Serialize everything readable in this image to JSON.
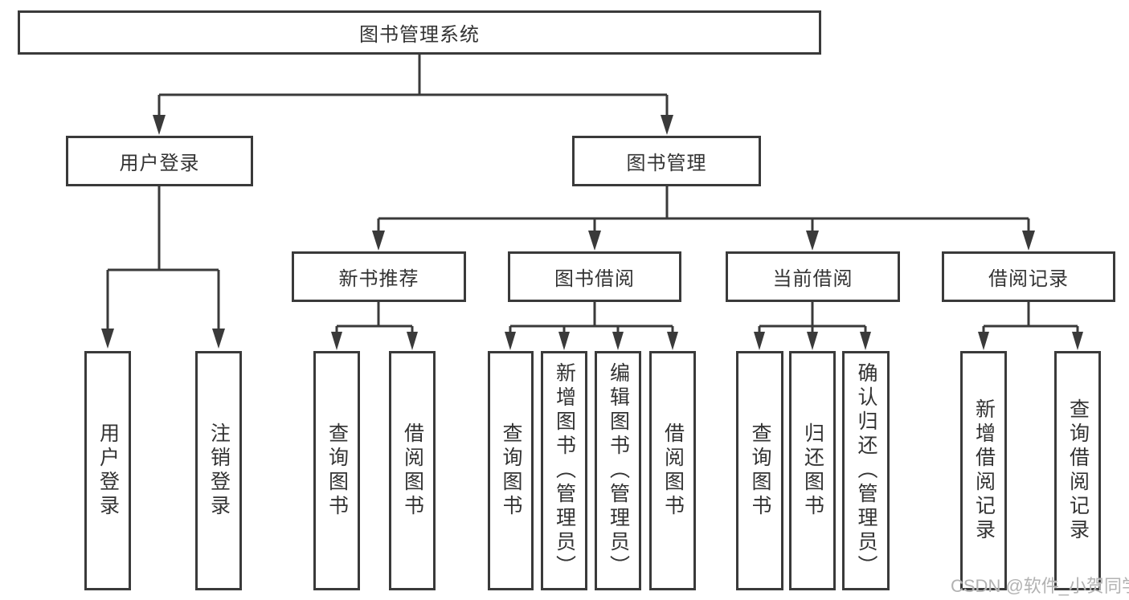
{
  "colors": {
    "line": "#3a3a3a",
    "text": "#333333",
    "background": "#ffffff",
    "watermark": "#b2b2b2"
  },
  "watermark": "CSDN @软件_小贺同学",
  "tree": {
    "label": "图书管理系统",
    "children": [
      {
        "label": "用户登录",
        "children": [
          {
            "label": "用户登录"
          },
          {
            "label": "注销登录"
          }
        ]
      },
      {
        "label": "图书管理",
        "children": [
          {
            "label": "新书推荐",
            "children": [
              {
                "label": "查询图书"
              },
              {
                "label": "借阅图书"
              }
            ]
          },
          {
            "label": "图书借阅",
            "children": [
              {
                "label": "查询图书"
              },
              {
                "label": "新增图书（管理员）"
              },
              {
                "label": "编辑图书（管理员）"
              },
              {
                "label": "借阅图书"
              }
            ]
          },
          {
            "label": "当前借阅",
            "children": [
              {
                "label": "查询图书"
              },
              {
                "label": "归还图书"
              },
              {
                "label": "确认归还（管理员）"
              }
            ]
          },
          {
            "label": "借阅记录",
            "children": [
              {
                "label": "新增借阅记录"
              },
              {
                "label": "查询借阅记录"
              }
            ]
          }
        ]
      }
    ]
  }
}
